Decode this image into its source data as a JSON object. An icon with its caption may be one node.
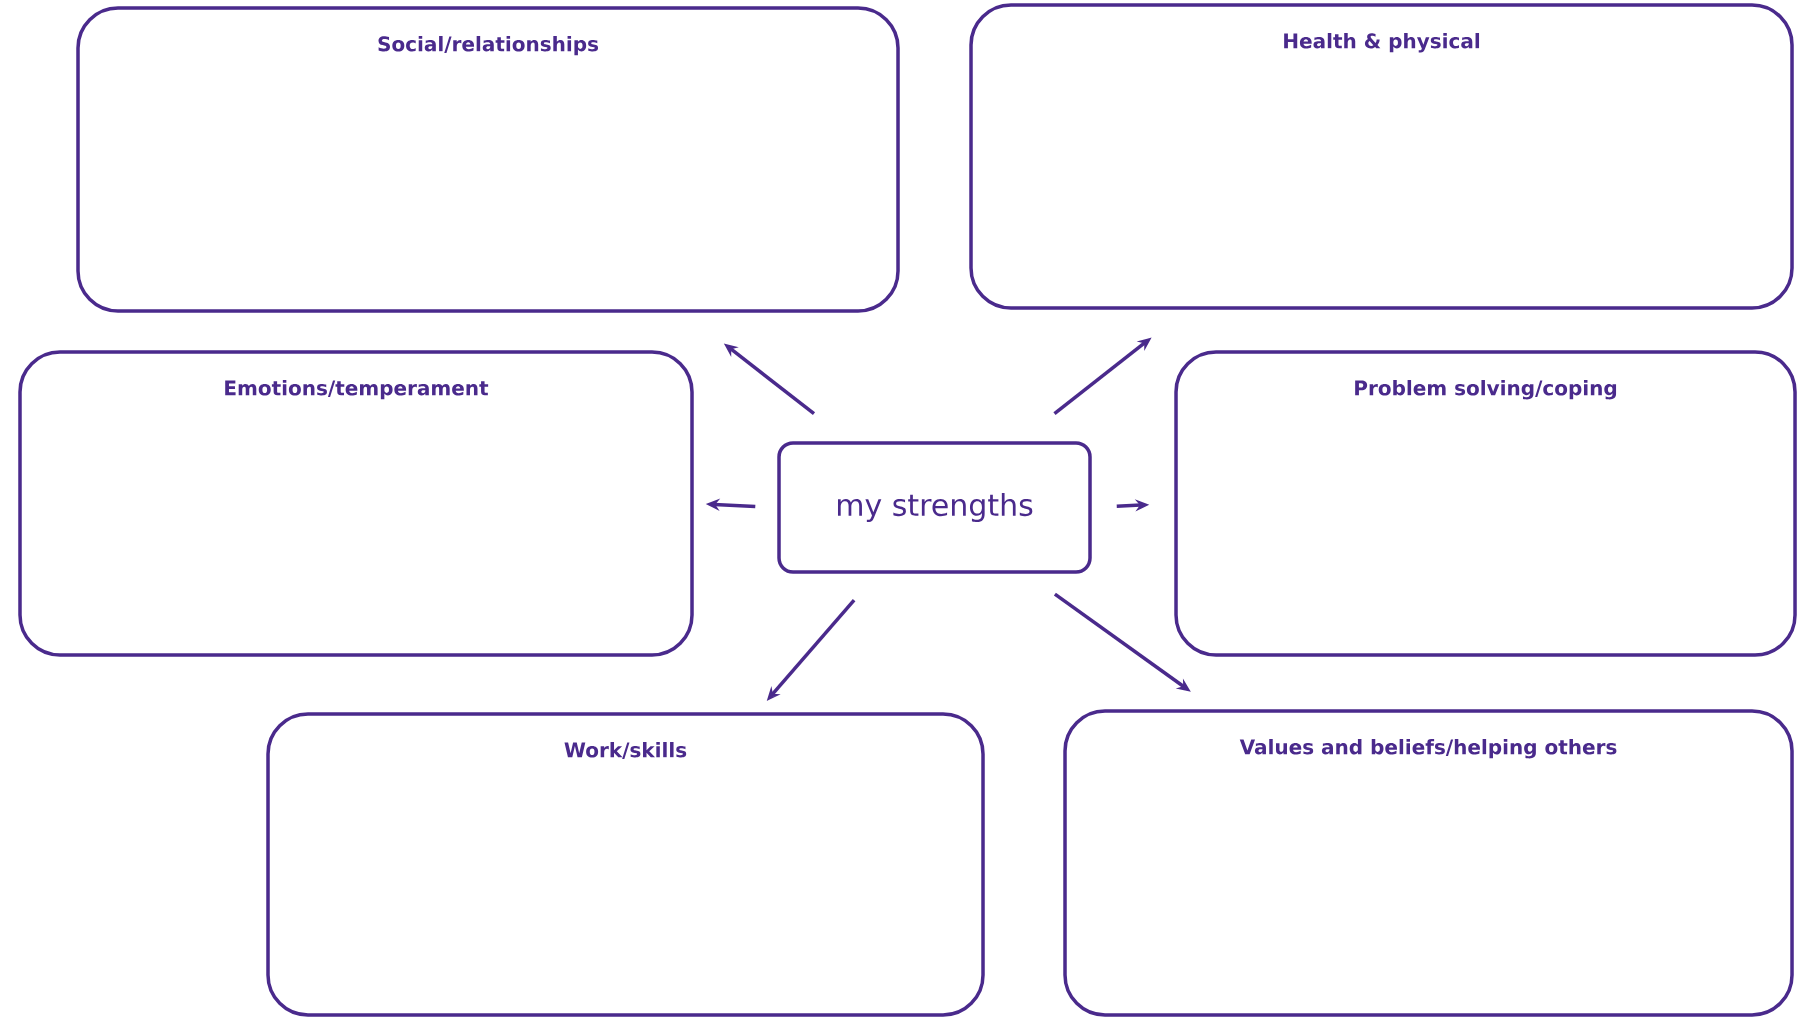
{
  "diagram": {
    "nodes": [
      {
        "text": [
          "Social/relationships"
        ]
      },
      {
        "text": [
          "Health & physical"
        ]
      },
      {
        "text": [
          "Emotions/temperament"
        ]
      },
      {
        "text": [
          "Problem solving/coping"
        ]
      },
      {
        "text": [
          "my strengths"
        ]
      },
      {
        "text": [
          "Work/skills"
        ]
      },
      {
        "text": [
          "Values and beliefs/helping others"
        ]
      }
    ],
    "edges": [
      {
        "from": 4,
        "to": 0,
        "arrow": "to"
      },
      {
        "from": 4,
        "to": 1,
        "arrow": "to"
      },
      {
        "from": 4,
        "to": 2,
        "arrow": "to"
      },
      {
        "from": 4,
        "to": 3,
        "arrow": "to"
      },
      {
        "from": 4,
        "to": 5,
        "arrow": "to"
      },
      {
        "from": 4,
        "to": 6,
        "arrow": "to"
      }
    ]
  }
}
